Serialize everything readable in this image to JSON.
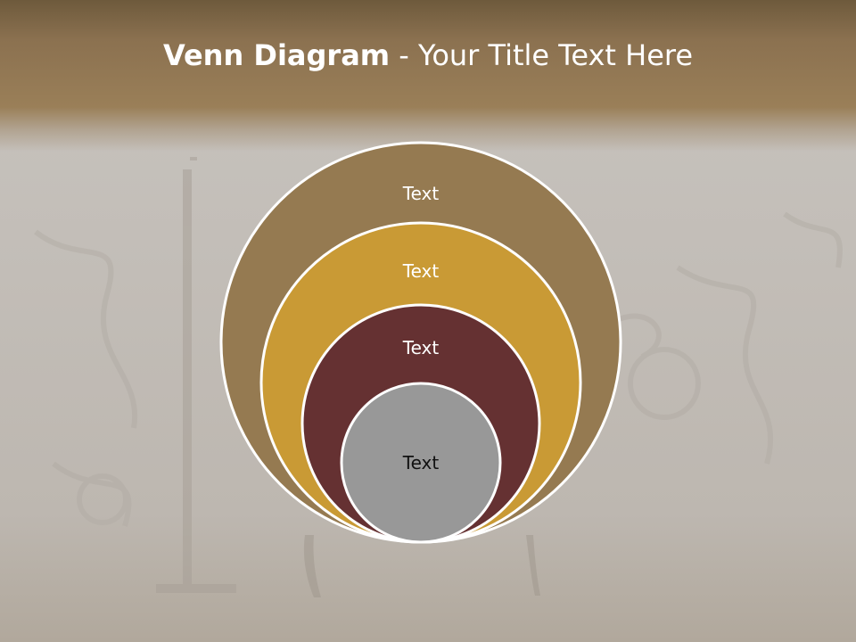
{
  "slide": {
    "title_bold": "Venn Diagram",
    "title_rest": " - Your Title Text Here"
  },
  "colors": {
    "title_band": "#8b7150",
    "circle_outer": "#957a51",
    "circle_second": "#c99a35",
    "circle_third": "#653132",
    "circle_inner": "#989898",
    "circle_stroke": "#ffffff",
    "label_light": "#ffffff",
    "label_dark": "#111111"
  },
  "venn": {
    "circles": [
      {
        "label": "Text"
      },
      {
        "label": "Text"
      },
      {
        "label": "Text"
      },
      {
        "label": "Text"
      }
    ]
  }
}
